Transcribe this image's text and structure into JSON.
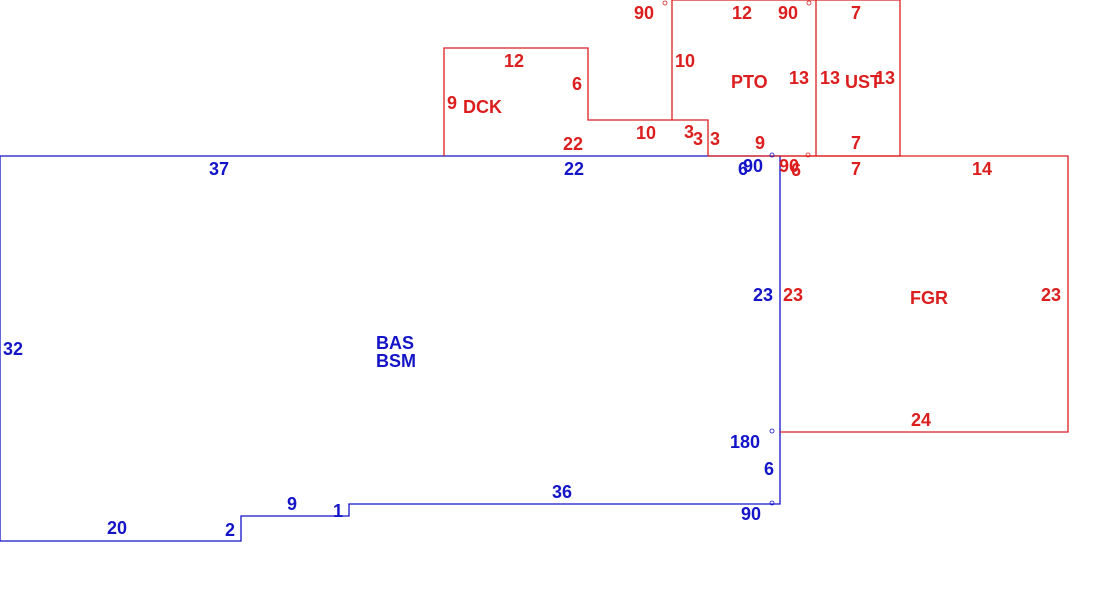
{
  "colors": {
    "main_area": "#1414c8",
    "addition_area": "#dc1e1e",
    "background": "#ffffff"
  },
  "areas": {
    "bas": "BAS",
    "bsm": "BSM",
    "dck": "DCK",
    "pto": "PTO",
    "ust": "UST",
    "fgr": "FGR"
  },
  "blue_labels": {
    "top_left": "37",
    "top_right": "22",
    "top_end": "6",
    "angle_top": "90",
    "left": "32",
    "right": "23",
    "angle_step": "180",
    "step_height": "6",
    "angle_corner": "90",
    "bottom_long": "36",
    "notch": "1",
    "bottom_mid": "9",
    "jog": "2",
    "bottom_left": "20"
  },
  "red_labels": {
    "dck_top": "12",
    "dck_left": "9",
    "dck_right": "6",
    "dck_bottom": "22",
    "step_ledge": "10",
    "step_a": "3",
    "step_b": "3",
    "step_c": "3",
    "pto_top": "12",
    "pto_left": "10",
    "pto_right": "13",
    "pto_bottom": "9",
    "angle_pto_tl": "90",
    "angle_pto_tr": "90",
    "ust_top": "7",
    "ust_left": "13",
    "ust_right": "13",
    "ust_bottom": "7",
    "fgr_angle": "90",
    "fgr_small": "6",
    "fgr_top_a": "7",
    "fgr_top_b": "14",
    "fgr_left": "23",
    "fgr_right": "23",
    "fgr_bottom": "24"
  }
}
